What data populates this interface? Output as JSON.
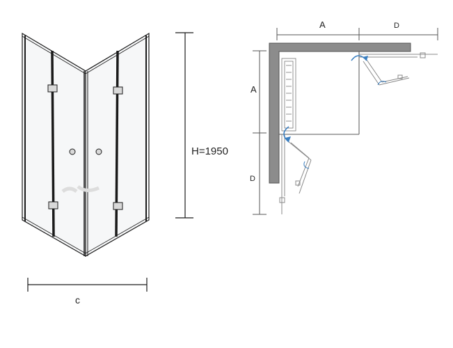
{
  "labels": {
    "height": "H=1950",
    "width_c": "c",
    "dim_a_top": "A",
    "dim_d_top": "D",
    "dim_a_left": "A",
    "dim_d_left": "D"
  },
  "colors": {
    "line": "#1a1a1a",
    "wall": "#8c8c8c",
    "wall_dark": "#555555",
    "arrow": "#3a7fc1",
    "glass": "#f4f6f7"
  }
}
